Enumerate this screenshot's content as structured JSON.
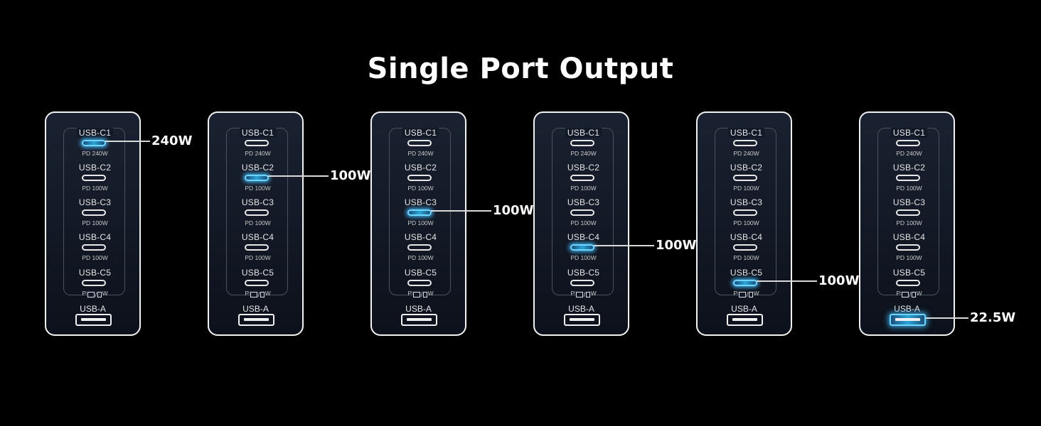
{
  "title": "Single Port Output",
  "ports": [
    {
      "label": "USB-C1",
      "rating": "PD 240W"
    },
    {
      "label": "USB-C2",
      "rating": "PD 100W"
    },
    {
      "label": "USB-C3",
      "rating": "PD 100W"
    },
    {
      "label": "USB-C4",
      "rating": "PD 100W"
    },
    {
      "label": "USB-C5",
      "rating": "PD 100W"
    }
  ],
  "usb_a_label": "USB-A",
  "bottom_icon": {
    "name": "display-icon",
    "separator": "/"
  },
  "highlight_color": "#4cc3ff",
  "chargers": [
    {
      "active_port": "USB-C1",
      "output": "240W"
    },
    {
      "active_port": "USB-C2",
      "output": "100W"
    },
    {
      "active_port": "USB-C3",
      "output": "100W"
    },
    {
      "active_port": "USB-C4",
      "output": "100W"
    },
    {
      "active_port": "USB-C5",
      "output": "100W"
    },
    {
      "active_port": "USB-A",
      "output": "22.5W"
    }
  ]
}
